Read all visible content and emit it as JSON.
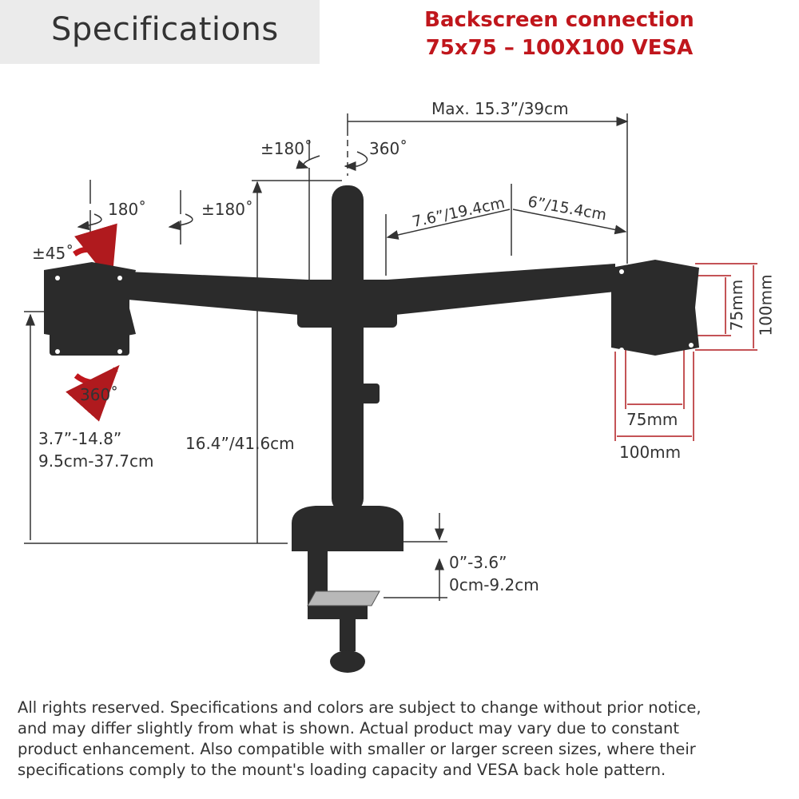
{
  "header": {
    "title": "Specifications"
  },
  "vesa_note": {
    "line1": "Backscreen connection",
    "line2": "75x75 – 100X100 VESA"
  },
  "labels": {
    "max_reach": "Max. 15.3”/39cm",
    "pole_swivel": "±180˚",
    "arm_swivel": "360˚",
    "head_rotate": "180˚",
    "elbow_swivel": "±180˚",
    "tilt": "±45˚",
    "rotate": "360˚",
    "arm_inner": "7.6”/19.4cm",
    "arm_outer": "6”/15.4cm",
    "height_range_in": "3.7”-14.8”",
    "height_range_cm": "9.5cm-37.7cm",
    "pole_height": "16.4”/41.6cm",
    "clamp_range_in": "0”-3.6”",
    "clamp_range_cm": "0cm-9.2cm",
    "vesa_75_v": "75mm",
    "vesa_100_v": "100mm",
    "vesa_75_h": "75mm",
    "vesa_100_h": "100mm"
  },
  "footer": {
    "lines": [
      "All rights reserved. Specifications and colors are subject to change without prior notice,",
      "and may differ slightly from what is shown. Actual product may vary due to constant",
      "product enhancement. Also compatible with smaller or larger screen sizes, where their",
      "specifications comply to the mount's loading capacity and VESA back hole pattern."
    ]
  },
  "colors": {
    "accent_red": "#c0161c",
    "product": "#2b2b2b",
    "header_bg": "#ebebeb"
  }
}
